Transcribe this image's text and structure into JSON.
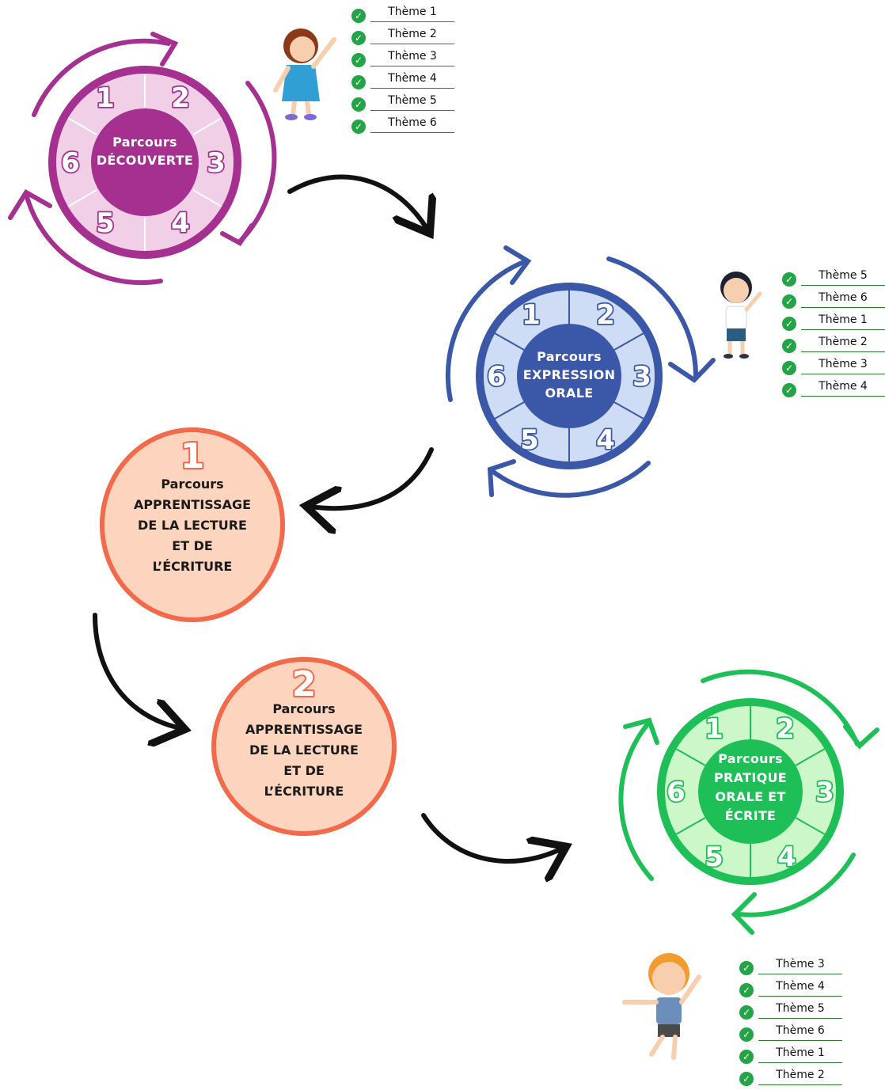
{
  "wheels": [
    {
      "id": "decouverte",
      "center_lines": [
        "Parcours",
        "DÉCOUVERTE"
      ],
      "numbers": [
        "1",
        "2",
        "3",
        "4",
        "5",
        "6"
      ],
      "colors": {
        "outer": "#a5308f",
        "inner": "#f1cfe6",
        "center": "#a5308f",
        "lines": "#ffffff"
      },
      "themes": [
        "Thème 1",
        "Thème 2",
        "Thème 3",
        "Thème 4",
        "Thème 5",
        "Thème 6"
      ]
    },
    {
      "id": "expression-orale",
      "center_lines": [
        "Parcours",
        "EXPRESSION",
        "ORALE"
      ],
      "numbers": [
        "1",
        "2",
        "3",
        "4",
        "5",
        "6"
      ],
      "colors": {
        "outer": "#3b58a8",
        "inner": "#cfdcf6",
        "center": "#3b58a8",
        "lines": "#ffffff"
      },
      "themes": [
        "Thème 5",
        "Thème 6",
        "Thème 1",
        "Thème 2",
        "Thème 3",
        "Thème 4"
      ]
    },
    {
      "id": "pratique-orale-ecrite",
      "center_lines": [
        "Parcours",
        "PRATIQUE",
        "ORALE ET",
        "ÉCRITE"
      ],
      "numbers": [
        "1",
        "2",
        "3",
        "4",
        "5",
        "6"
      ],
      "colors": {
        "outer": "#1fbf57",
        "inner": "#ccf7c8",
        "center": "#1fbf57",
        "lines": "#ffffff"
      },
      "themes": [
        "Thème 3",
        "Thème 4",
        "Thème 5",
        "Thème 6",
        "Thème 1",
        "Thème 2"
      ]
    }
  ],
  "lecture_circles": [
    {
      "number": "1",
      "lines": [
        "Parcours",
        "APPRENTISSAGE",
        "DE LA LECTURE",
        "ET DE",
        "L’ÉCRITURE"
      ]
    },
    {
      "number": "2",
      "lines": [
        "Parcours",
        "APPRENTISSAGE",
        "DE LA LECTURE",
        "ET DE",
        "L’ÉCRITURE"
      ]
    }
  ],
  "colors": {
    "lecture_fill": "#fdd5bf",
    "lecture_stroke": "#f26a4b",
    "arrow": "#111111",
    "check": "#22a447"
  },
  "icons": [
    "check-circle-icon",
    "girl-writing-illustration",
    "boy-waving-illustration",
    "boy-jumping-illustration",
    "curved-arrow-icon"
  ]
}
